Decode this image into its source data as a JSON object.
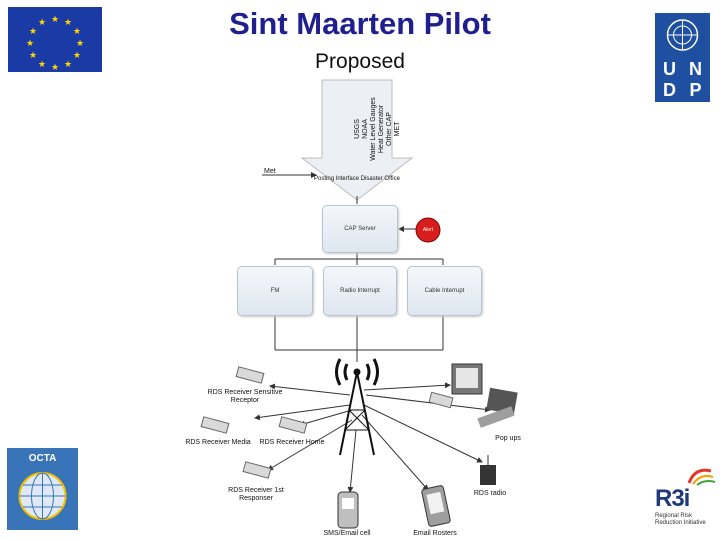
{
  "header": {
    "title": "Sint Maarten Pilot",
    "subtitle": "Proposed"
  },
  "logos": {
    "undp_letters": [
      "U",
      "N",
      "D",
      "P"
    ],
    "octa_label": "OCTA",
    "r3i_mark": "R3i",
    "r3i_tagline": "Regional Risk Reduction Initiative"
  },
  "diagram": {
    "input_sources": [
      "USGS",
      "NOAA",
      "Water Level Gauges",
      "Heat Generator",
      "Other CAP",
      "MET"
    ],
    "met_label": "Met",
    "posting_interface": "Posting Interface Disaster Office",
    "cap_server": "CAP Server",
    "alert_button": "Alert",
    "distribution": [
      "FM",
      "Radio Interrupt",
      "Cable Interrupt"
    ],
    "receivers": [
      "RDS Receiver Sensitive Receptor",
      "RDS Receiver Media",
      "RDS Receiver Home",
      "RDS Receiver 1st Responser",
      "SMS/Email cell",
      "Email Rosters",
      "RDS radio",
      "Pop ups"
    ]
  },
  "colors": {
    "title": "#1f1f8f",
    "eu_blue": "#1a3aa6",
    "undp_blue": "#1f4fa0",
    "alert_red": "#d91c1c"
  }
}
